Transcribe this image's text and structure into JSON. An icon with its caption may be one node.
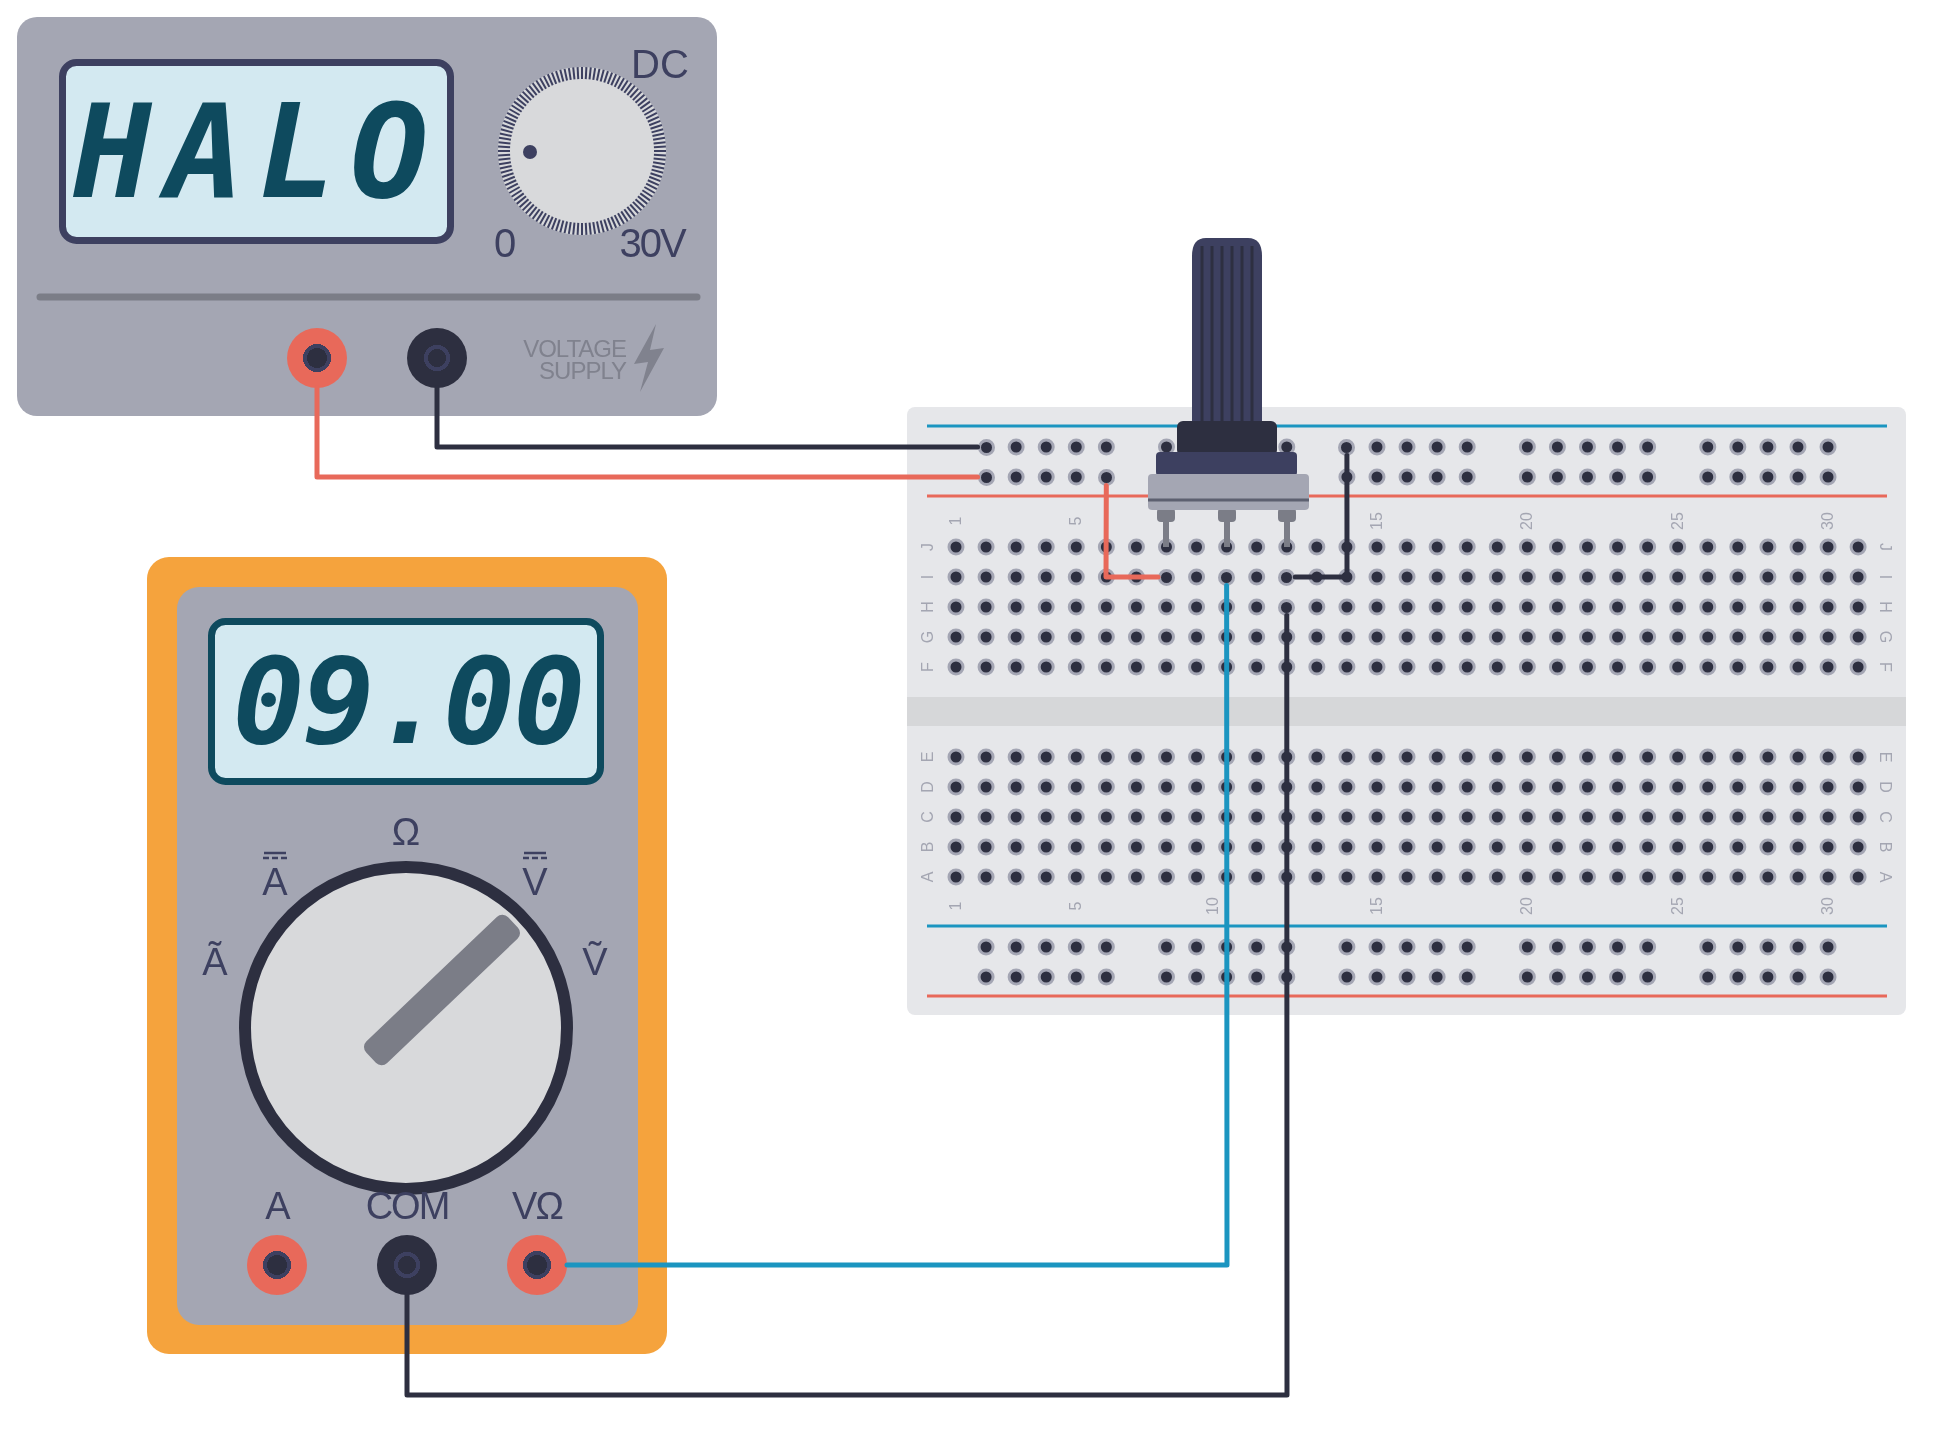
{
  "diagram": {
    "nodes": [
      {
        "text": [
          "HALO",
          "DC",
          "0",
          "30V",
          "VOLTAGE SUPPLY"
        ]
      },
      {
        "text": [],
        "shape": "circle",
        "in": 0
      },
      {
        "text": [],
        "shape": "circle",
        "in": 0
      },
      {
        "text": [
          "1",
          "5",
          "15",
          "20",
          "25",
          "30",
          "J",
          "I",
          "H",
          "G",
          "F",
          "J",
          "I",
          "H",
          "G",
          "F",
          "E",
          "D",
          "C",
          "B",
          "A",
          "E",
          "D",
          "C",
          "B",
          "A",
          "1",
          "5",
          "10",
          "15",
          "20",
          "25",
          "30"
        ]
      },
      {
        "text": [],
        "shape": "circle",
        "in": 3
      },
      {
        "text": [],
        "shape": "circle",
        "in": 3
      },
      {
        "text": [],
        "shape": "circle",
        "in": 3
      },
      {
        "text": [],
        "shape": "circle",
        "in": 3
      },
      {
        "text": [],
        "shape": "circle",
        "in": 3
      },
      {
        "text": [],
        "shape": "circle",
        "in": 3
      },
      {
        "text": [],
        "shape": "circle",
        "in": 3
      },
      {
        "text": [],
        "shape": "circle",
        "in": 3
      },
      {
        "text": [
          "09.00",
          "Ω",
          "A",
          "V",
          "Ã",
          "Ṽ"
        ]
      },
      {
        "text": [
          "A"
        ],
        "in": 12
      },
      {
        "text": [
          "COM"
        ],
        "in": 12
      },
      {
        "text": [
          "VΩ"
        ],
        "in": 12
      }
    ],
    "edges": [
      {
        "from": 1,
        "to": 6,
        "arrow": "none",
        "color": "#e8695a"
      },
      {
        "from": 2,
        "to": 4,
        "arrow": "none",
        "color": "#2d2f40"
      },
      {
        "from": 7,
        "to": 8,
        "arrow": "none",
        "color": "#e8695a"
      },
      {
        "from": 5,
        "to": 10,
        "arrow": "none",
        "color": "#2d2f40"
      },
      {
        "from": 15,
        "to": 9,
        "arrow": "none",
        "color": "#1b95c0"
      },
      {
        "from": 14,
        "to": 11,
        "arrow": "none",
        "color": "#2d2f40"
      }
    ]
  }
}
